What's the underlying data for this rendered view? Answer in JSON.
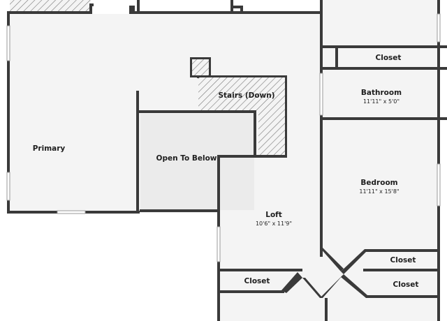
{
  "rooms": {
    "primary": {
      "label": "Primary"
    },
    "stairs": {
      "label": "Stairs (Down)"
    },
    "open_to_below": {
      "label": "Open To Below"
    },
    "closet_top": {
      "label": "Closet"
    },
    "bathroom": {
      "label": "Bathroom",
      "dims": "11'11\" x 5'0\""
    },
    "bedroom": {
      "label": "Bedroom",
      "dims": "11'11\" x 15'8\""
    },
    "loft": {
      "label": "Loft",
      "dims": "10'6\" x 11'9\""
    },
    "closet_loft": {
      "label": "Closet"
    },
    "closet_right_1": {
      "label": "Closet"
    },
    "closet_right_2": {
      "label": "Closet"
    }
  },
  "colors": {
    "floor": "#f4f4f4",
    "wall": "#3a3a3a",
    "open_to_below": "#ebebeb",
    "hatch": "#777777",
    "text": "#1e1e1e"
  }
}
